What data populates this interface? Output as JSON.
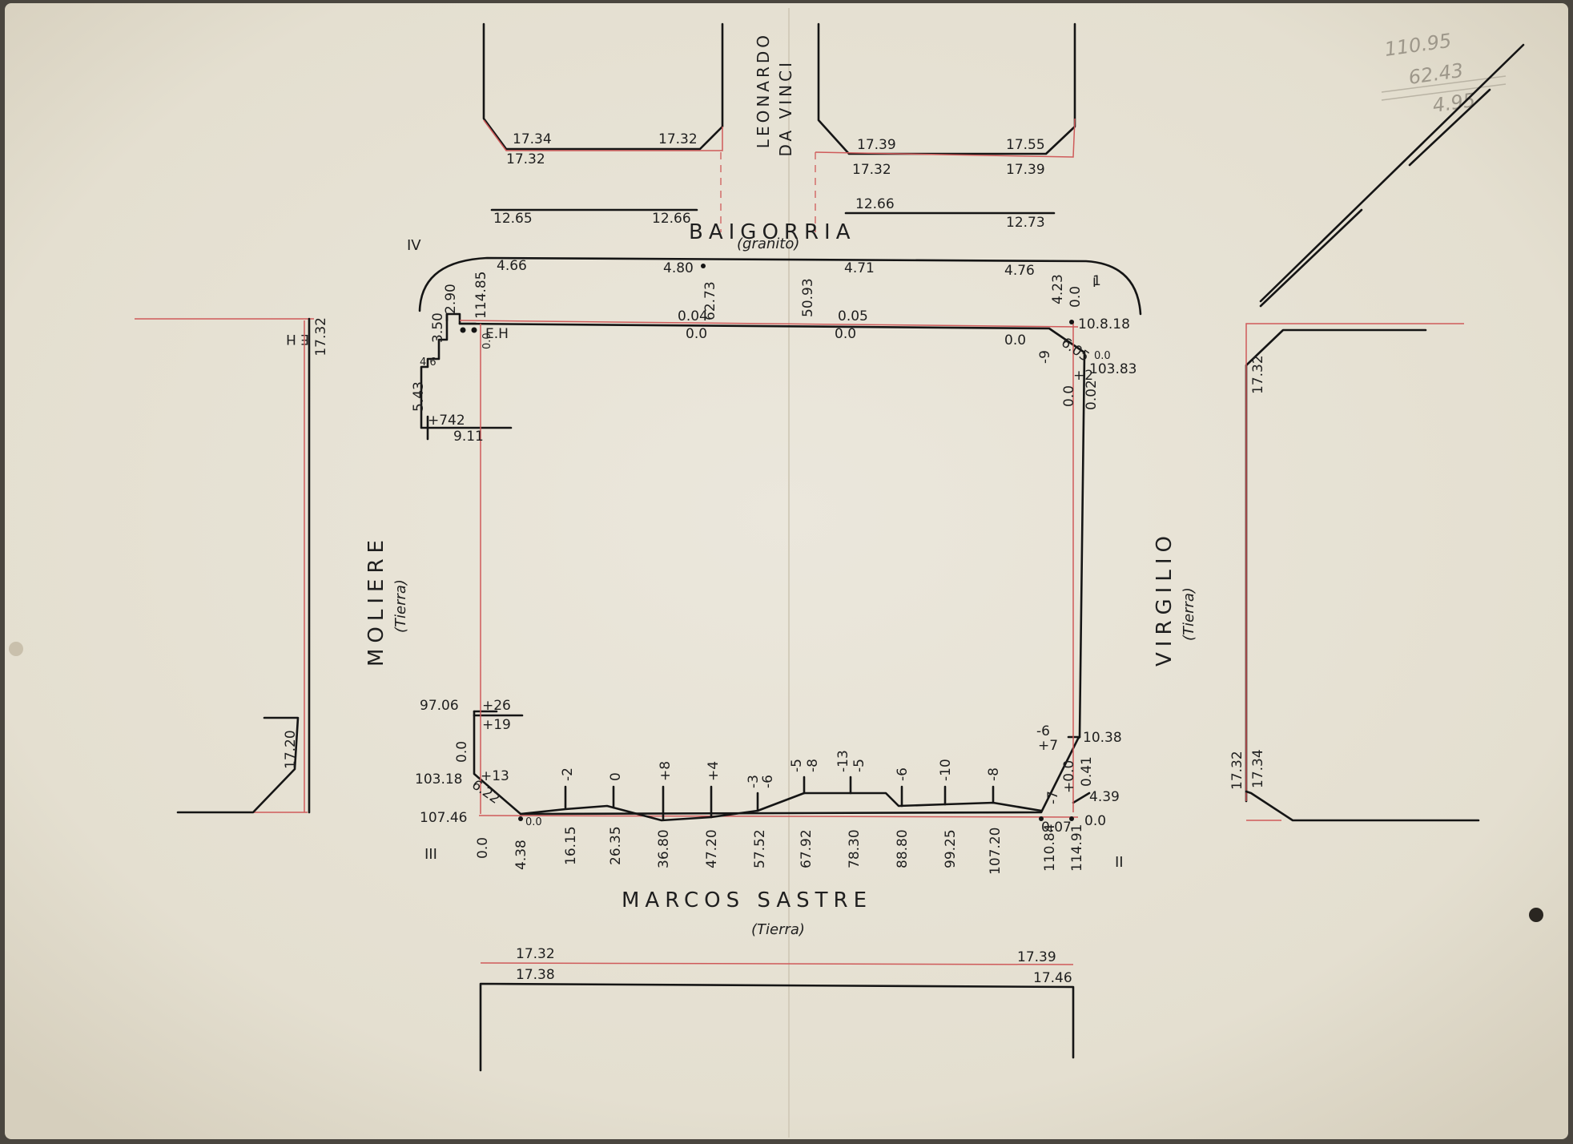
{
  "streets": {
    "top": "BAIGORRIA",
    "top_note": "(granito)",
    "vertical_top": [
      "LEONARDO",
      "DA VINCI"
    ],
    "left": "MOLIERE",
    "left_note": "(Tierra)",
    "right": "VIRGILIO",
    "right_note": "(Tierra)",
    "bottom": "MARCOS SASTRE",
    "bottom_note": "(Tierra)"
  },
  "corners": {
    "iv": "IV",
    "i": "I",
    "ii": "II",
    "iii": "III"
  },
  "levels": {
    "tl_a": "17.34",
    "tl_b": "17.32",
    "tl_c": "17.32",
    "tr_a": "17.39",
    "tr_b": "17.55",
    "tr_c": "17.32",
    "tr_d": "17.39",
    "cl_a": "12.65",
    "cl_b": "12.66",
    "cr_a": "12.66",
    "cr_b": "12.73",
    "left_v": "17.32",
    "left_v2": "17.20",
    "right_v": "17.32",
    "right_v2": "17.32",
    "right_v3": "17.34",
    "bottom_a": "17.32",
    "bottom_b": "17.38",
    "bottom_c": "17.39",
    "bottom_d": "17.46"
  },
  "top_edge": [
    "4.66",
    "4.80",
    "4.71",
    "4.76",
    "4.23",
    "0.0",
    "1"
  ],
  "top_labels": {
    "d2": "0.04",
    "d3": "0.0",
    "d4": "62.73",
    "d5": "50.93",
    "d6": "0.05",
    "d7": "0.0",
    "d8": "0.0",
    "d9": "10.8.18",
    "d10": "103.83",
    "d11": "-9",
    "d12": "+2",
    "d13": "0.0",
    "d14": "0.02",
    "d15": "6.05",
    "d16": "0.0"
  },
  "left_labels": {
    "l1": "114.85",
    "l2": "2.90",
    "l3": "3.50",
    "l4": "4.6",
    "l5": "5.43",
    "l6": "+742",
    "l7": "9.11",
    "l8": "E.H",
    "l9": "0.0",
    "l10": "E H",
    "l11": "97.06",
    "l12": "+26",
    "l13": "+19",
    "l14": "0.0",
    "l15": "103.18",
    "l16": "+13",
    "l17": "6.22",
    "l18": "107.46",
    "l19": "0.0"
  },
  "right_labels": {
    "r1": "-6",
    "r2": "+7",
    "r3": "10.38",
    "r4": "+0.0",
    "r5": "0.41",
    "r6": "-7",
    "r7": "4.39",
    "r8": "0.0",
    "r9": "0.07"
  },
  "bottom_offsets": [
    "-2",
    "0",
    "+8",
    "+4",
    "-3",
    "-6",
    "-5",
    "-8",
    "-13",
    "-5",
    "-6",
    "-10",
    "-8"
  ],
  "bottom_stations": [
    "0.0",
    "4.38",
    "16.15",
    "26.35",
    "36.80",
    "47.20",
    "57.52",
    "67.92",
    "78.30",
    "88.80",
    "99.25",
    "107.20",
    "110.84",
    "114.91"
  ],
  "pencil_notes": [
    "110.95",
    "62.43",
    "4.95"
  ],
  "colors": {
    "paper": "#e7e2d5",
    "ink": "#151515",
    "red_line": "#cf5a5a"
  }
}
